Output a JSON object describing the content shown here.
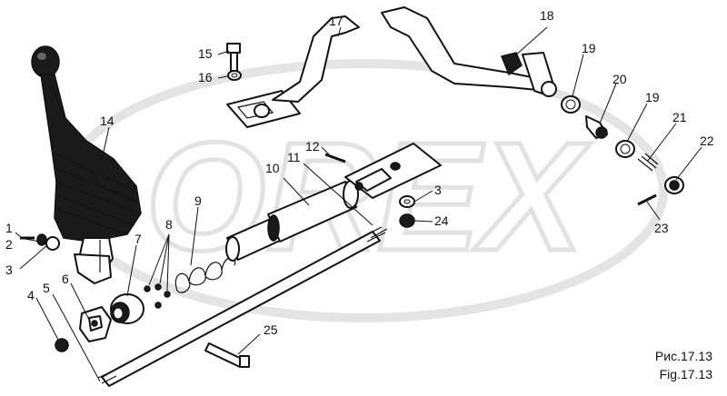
{
  "figure": {
    "caption_ru": "Рис.17.13",
    "caption_en": "Fig.17.13",
    "watermark": "OREX"
  },
  "callouts": [
    "1",
    "2",
    "3",
    "4",
    "5",
    "6",
    "7",
    "8",
    "9",
    "10",
    "11",
    "12",
    "14",
    "15",
    "16",
    "17",
    "18",
    "19",
    "20",
    "19",
    "21",
    "22",
    "23",
    "3",
    "24",
    "25"
  ]
}
